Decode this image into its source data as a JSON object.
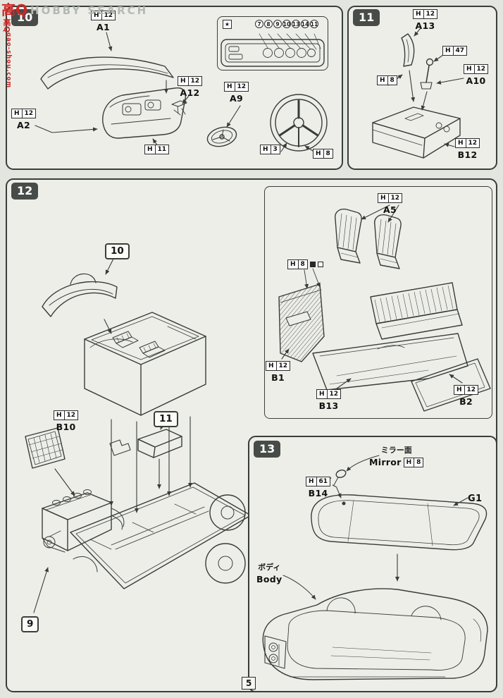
{
  "watermark": {
    "logo": "高Q",
    "logo_sub": "HOBBY SEARCH",
    "vertical_logo": "高Q",
    "vertical_url": "gao-shou.com"
  },
  "footer": {
    "page_number": "5"
  },
  "step10": {
    "badge": "10",
    "cluster_inset": {
      "star": "★",
      "gauge_numbers": [
        "7",
        "8",
        "9",
        "10",
        "13",
        "14",
        "11"
      ]
    },
    "parts": {
      "a1": {
        "paint": "H",
        "paint_no": "12",
        "code": "A1"
      },
      "a2": {
        "paint": "H",
        "paint_no": "12",
        "code": "A2"
      },
      "a12": {
        "paint": "H",
        "paint_no": "12",
        "code": "A12"
      },
      "a9": {
        "paint": "H",
        "paint_no": "12",
        "code": "A9"
      },
      "h11": {
        "paint": "H",
        "paint_no": "11"
      },
      "h3": {
        "paint": "H",
        "paint_no": "3"
      },
      "h8": {
        "paint": "H",
        "paint_no": "8"
      }
    }
  },
  "step11": {
    "badge": "11",
    "parts": {
      "a13": {
        "paint": "H",
        "paint_no": "12",
        "code": "A13"
      },
      "h47": {
        "paint": "H",
        "paint_no": "47"
      },
      "h8": {
        "paint": "H",
        "paint_no": "8"
      },
      "a10": {
        "paint": "H",
        "paint_no": "12",
        "code": "A10"
      },
      "b12": {
        "paint": "H",
        "paint_no": "12",
        "code": "B12"
      }
    }
  },
  "step12": {
    "badge": "12",
    "assembly_refs": {
      "r10": "10",
      "r11": "11",
      "r9": "9"
    },
    "parts": {
      "a5": {
        "paint": "H",
        "paint_no": "12",
        "code": "A5"
      },
      "h8": {
        "paint": "H",
        "paint_no": "8"
      },
      "b1": {
        "paint": "H",
        "paint_no": "12",
        "code": "B1"
      },
      "b13": {
        "paint": "H",
        "paint_no": "12",
        "code": "B13"
      },
      "b2": {
        "paint": "H",
        "paint_no": "12",
        "code": "B2"
      },
      "b10": {
        "paint": "H",
        "paint_no": "12",
        "code": "B10"
      }
    }
  },
  "step13": {
    "badge": "13",
    "mirror": {
      "label_jp": "ミラー面",
      "label_en": "Mirror",
      "paint": "H",
      "paint_no": "8"
    },
    "parts": {
      "b14": {
        "paint": "H",
        "paint_no": "61",
        "code": "B14"
      },
      "g1": {
        "code": "G1"
      }
    },
    "body": {
      "label_jp": "ボディ",
      "label_en": "Body"
    }
  }
}
